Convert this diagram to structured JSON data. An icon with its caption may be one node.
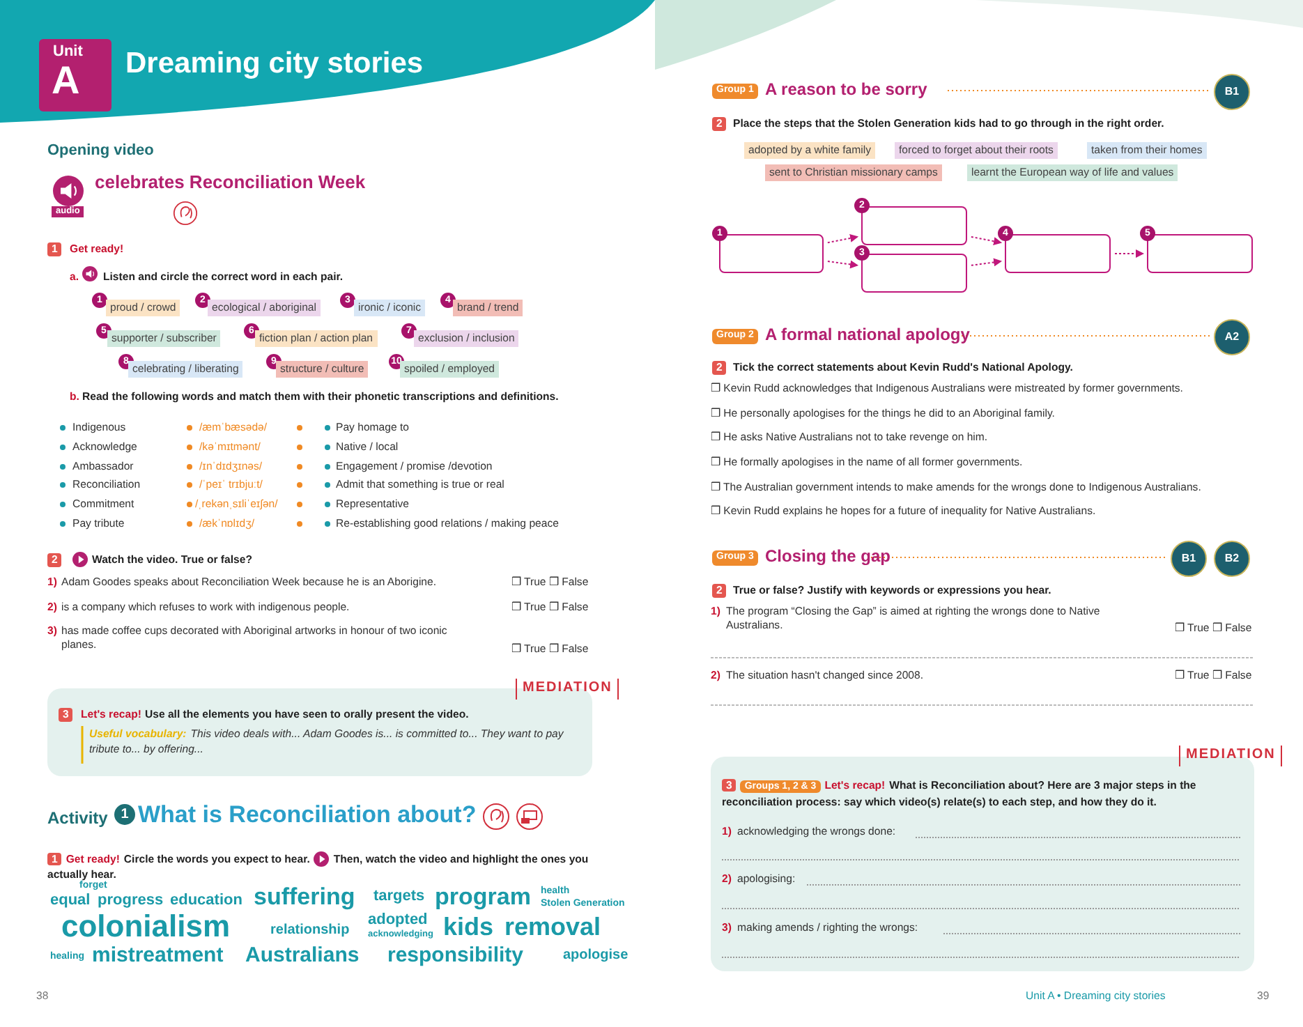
{
  "diagram": {
    "title": "Dreaming city stories",
    "nodes": [
      {
        "text": [],
        "shape": "box",
        "beside": [
          "1"
        ]
      },
      {
        "text": [],
        "shape": "box",
        "beside": [
          "2"
        ]
      },
      {
        "text": [],
        "shape": "box",
        "beside": [
          "3"
        ]
      },
      {
        "text": [],
        "shape": "box",
        "beside": [
          "4"
        ]
      },
      {
        "text": [],
        "shape": "box",
        "beside": [
          "5"
        ]
      }
    ],
    "edges": [
      {
        "from": 0,
        "to": 1,
        "arrow": "to",
        "style": "dashed"
      },
      {
        "from": 0,
        "to": 2,
        "arrow": "to",
        "style": "dashed"
      },
      {
        "from": 1,
        "to": 3,
        "arrow": "to",
        "style": "dashed"
      },
      {
        "from": 2,
        "to": 3,
        "arrow": "to",
        "style": "dashed"
      },
      {
        "from": 3,
        "to": 4,
        "arrow": "to",
        "style": "dashed"
      }
    ],
    "labels": [
      "Unit",
      "A",
      "Opening video",
      "audio",
      "celebrates Reconciliation Week",
      "1",
      "Get ready!",
      "a.",
      "Listen and circle the correct word in each pair.",
      "1",
      "proud / crowd",
      "2",
      "ecological / aboriginal",
      "3",
      "ironic / iconic",
      "4",
      "brand / trend",
      "5",
      "supporter / subscriber",
      "6",
      "fiction plan / action plan",
      "7",
      "exclusion / inclusion",
      "8",
      "celebrating / liberating",
      "9",
      "structure / culture",
      "10",
      "spoiled / employed",
      "b.",
      "Read the following words and match them with their phonetic transcriptions and definitions.",
      "Indigenous",
      "/æmˈbæsədə/",
      "Pay homage to",
      "Acknowledge",
      "/kəˈmɪtmənt/",
      "Native / local",
      "Ambassador",
      "/ɪnˈdɪdʒɪnəs/",
      "Engagement / promise /devotion",
      "Reconciliation",
      "/ˈpeɪˈ trɪbjuːt/",
      "Admit that something is true or real",
      "Commitment",
      "/ˌrekənˌsɪliˈeɪʃən/",
      "Representative",
      "Pay tribute",
      "/ækˈnɒlɪdʒ/",
      "Re-establishing good relations / making peace",
      "2",
      "Watch the video. True or false?",
      "1)",
      "Adam Goodes speaks about Reconciliation Week because he is an Aborigine.",
      "❒ True ❒ False",
      "2)",
      "is a company which refuses to work with indigenous people.",
      "❒ True ❒ False",
      "3)",
      "has made coffee cups decorated with Aboriginal artworks in honour of two iconic planes.",
      "❒ True ❒ False",
      "MEDIATION",
      "3",
      "Let's recap!",
      "Use all the elements you have seen to orally present the video.",
      "Useful vocabulary:",
      "This video deals with... Adam Goodes is... is committed to... They want to pay tribute to... by offering...",
      "Activity",
      "1",
      "What is Reconciliation about?",
      "1",
      "Get ready!",
      "Circle the words you expect to hear.",
      "Then, watch the video and highlight the ones you actually hear.",
      "forget",
      "equal",
      "progress",
      "education",
      "suffering",
      "targets",
      "program",
      "health",
      "Stolen Generation",
      "colonialism",
      "relationship",
      "adopted",
      "acknowledging",
      "kids",
      "removal",
      "healing",
      "mistreatment",
      "Australians",
      "responsibility",
      "apologise",
      "38",
      "Group 1",
      "A reason to be sorry",
      "B1",
      "2",
      "Place the steps that the Stolen Generation kids had to go through in the right order.",
      "adopted by a white family",
      "forced to forget about their roots",
      "taken from their homes",
      "sent to Christian missionary camps",
      "learnt the European way of life and values",
      "Group 2",
      "A formal national apology",
      "A2",
      "2",
      "Tick the correct statements about Kevin Rudd's National Apology.",
      "❒ Kevin Rudd acknowledges that Indigenous Australians were mistreated by former governments.",
      "❒ He personally apologises for the things he did to an Aboriginal family.",
      "❒ He asks Native Australians not to take revenge on him.",
      "❒ He formally apologises in the name of all former governments.",
      "❒ The Australian government intends to make amends for the wrongs done to Indigenous Australians.",
      "❒ Kevin Rudd explains he hopes for a future of inequality for Native Australians.",
      "Group 3",
      "Closing the gap",
      "B1",
      "B2",
      "2",
      "True or false? Justify with keywords or expressions you hear.",
      "1)",
      "The program “Closing the Gap” is aimed at righting the wrongs done to Native Australians.",
      "❒ True ❒ False",
      "2)",
      "The situation hasn't changed since 2008.",
      "❒ True ❒ False",
      "MEDIATION",
      "3",
      "Groups 1, 2 & 3",
      "Let's recap!",
      "What is Reconciliation about? Here are 3 major steps in the reconciliation process: say which video(s) relate(s) to each step, and how they do it.",
      "1)",
      "acknowledging the wrongs done:",
      "2)",
      "apologising:",
      "3)",
      "making amends / righting the wrongs:",
      "Unit A • Dreaming city stories",
      "39"
    ]
  }
}
